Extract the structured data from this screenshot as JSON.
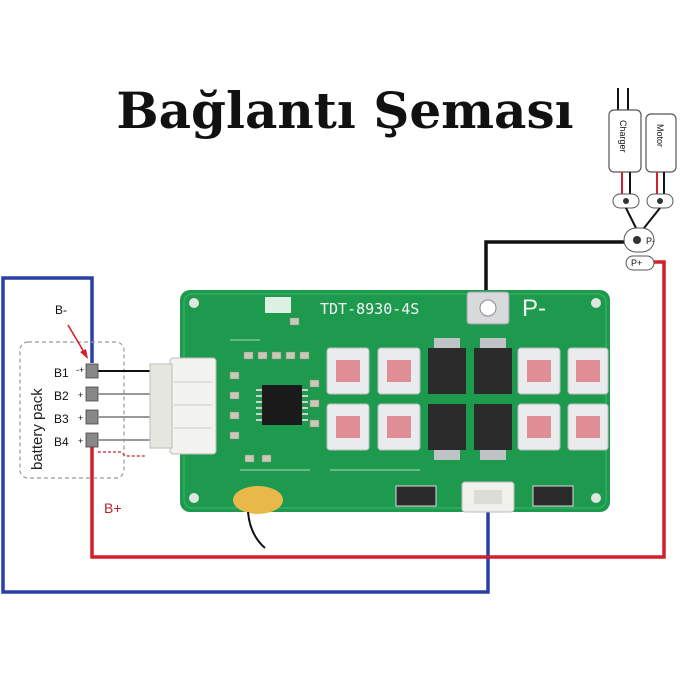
{
  "title": "Bağlantı Şeması",
  "board": {
    "model": "TDT-8930-4S",
    "output_label": "P-"
  },
  "battery_pack": {
    "label": "battery pack",
    "neg_label": "B-",
    "pos_label": "B+",
    "terminals": [
      "B1",
      "B2",
      "B3",
      "B4"
    ],
    "terminal_signs": [
      "-+",
      "+",
      "+",
      "+"
    ]
  },
  "loads": [
    {
      "name": "Charger"
    },
    {
      "name": "Motor"
    }
  ],
  "connector_labels": {
    "p_minus": "P-",
    "p_plus": "P+"
  },
  "colors": {
    "pcb": "#1e9a4e",
    "wire_blue": "#2a3fa8",
    "wire_red": "#d21f2b",
    "wire_black": "#111111"
  }
}
